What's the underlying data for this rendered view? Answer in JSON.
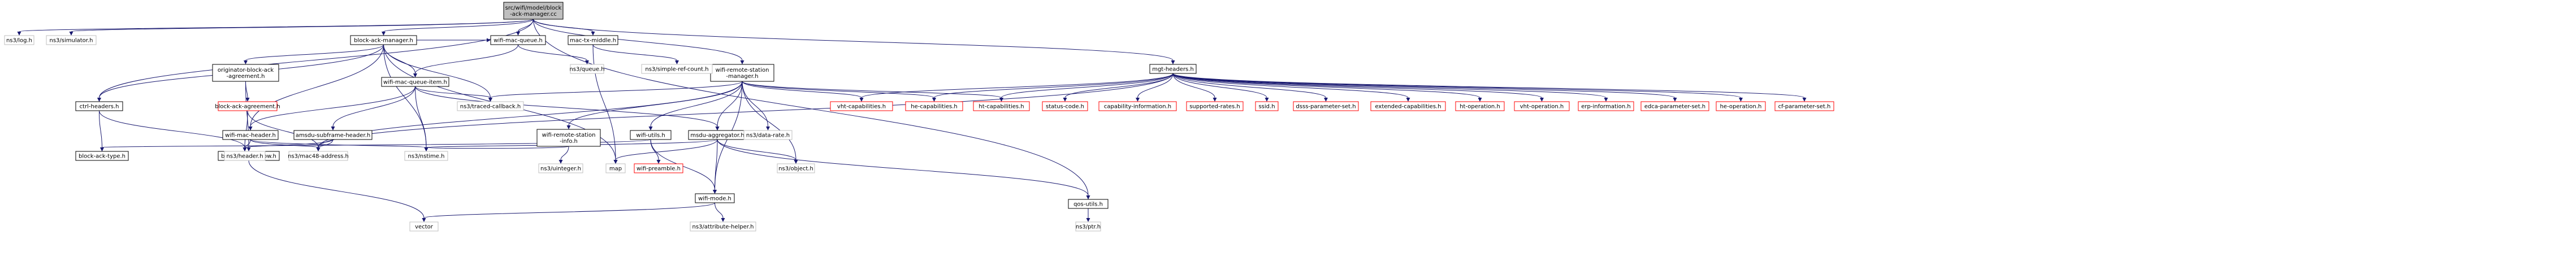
{
  "colors": {
    "edge": "#191970",
    "root_fill": "#bfbfbf",
    "root_stroke": "#000000",
    "normal_fill": "#ffffff",
    "normal_stroke": "#000000",
    "external_stroke": "#bfbfbf",
    "missing_stroke": "#ff0000",
    "text": "#000000"
  },
  "graph": {
    "nodes": [
      {
        "id": "root",
        "label": [
          "src/wifi/model/block",
          "-ack-manager.cc"
        ],
        "kind": "root"
      },
      {
        "id": "log",
        "label": [
          "ns3/log.h"
        ],
        "kind": "external"
      },
      {
        "id": "simulator",
        "label": [
          "ns3/simulator.h"
        ],
        "kind": "external"
      },
      {
        "id": "bam",
        "label": [
          "block-ack-manager.h"
        ],
        "kind": "normal"
      },
      {
        "id": "wmq",
        "label": [
          "wifi-mac-queue.h"
        ],
        "kind": "normal"
      },
      {
        "id": "mtm",
        "label": [
          "mac-tx-middle.h"
        ],
        "kind": "normal"
      },
      {
        "id": "wrsm",
        "label": [
          "wifi-remote-station",
          "-manager.h"
        ],
        "kind": "normal"
      },
      {
        "id": "mgt",
        "label": [
          "mgt-headers.h"
        ],
        "kind": "normal"
      },
      {
        "id": "qos",
        "label": [
          "qos-utils.h"
        ],
        "kind": "normal"
      },
      {
        "id": "oba",
        "label": [
          "originator-block-ack",
          "-agreement.h"
        ],
        "kind": "normal"
      },
      {
        "id": "ctrl",
        "label": [
          "ctrl-headers.h"
        ],
        "kind": "normal"
      },
      {
        "id": "baa",
        "label": [
          "block-ack-agreement.h"
        ],
        "kind": "missing"
      },
      {
        "id": "bat",
        "label": [
          "block-ack-type.h"
        ],
        "kind": "normal"
      },
      {
        "id": "baw",
        "label": [
          "block-ack-window.h"
        ],
        "kind": "normal"
      },
      {
        "id": "wmh",
        "label": [
          "wifi-mac-header.h"
        ],
        "kind": "normal"
      },
      {
        "id": "wmqi",
        "label": [
          "wifi-mac-queue-item.h"
        ],
        "kind": "normal"
      },
      {
        "id": "amsdu",
        "label": [
          "amsdu-subframe-header.h"
        ],
        "kind": "normal"
      },
      {
        "id": "hdr",
        "label": [
          "ns3/header.h"
        ],
        "kind": "external"
      },
      {
        "id": "mac48",
        "label": [
          "ns3/mac48-address.h"
        ],
        "kind": "external"
      },
      {
        "id": "vector",
        "label": [
          "vector"
        ],
        "kind": "external"
      },
      {
        "id": "queue",
        "label": [
          "ns3/queue.h"
        ],
        "kind": "external"
      },
      {
        "id": "simpleref",
        "label": [
          "ns3/simple-ref-count.h"
        ],
        "kind": "external"
      },
      {
        "id": "nstime",
        "label": [
          "ns3/nstime.h"
        ],
        "kind": "external"
      },
      {
        "id": "traced",
        "label": [
          "ns3/traced-callback.h"
        ],
        "kind": "external"
      },
      {
        "id": "map",
        "label": [
          "map"
        ],
        "kind": "external"
      },
      {
        "id": "wrsi",
        "label": [
          "wifi-remote-station",
          "-info.h"
        ],
        "kind": "normal"
      },
      {
        "id": "uinteger",
        "label": [
          "ns3/uinteger.h"
        ],
        "kind": "external"
      },
      {
        "id": "wutils",
        "label": [
          "wifi-utils.h"
        ],
        "kind": "normal"
      },
      {
        "id": "wpre",
        "label": [
          "wifi-preamble.h"
        ],
        "kind": "missing"
      },
      {
        "id": "wmode",
        "label": [
          "wifi-mode.h"
        ],
        "kind": "normal"
      },
      {
        "id": "msdu",
        "label": [
          "msdu-aggregator.h"
        ],
        "kind": "normal"
      },
      {
        "id": "datarate",
        "label": [
          "ns3/data-rate.h"
        ],
        "kind": "external"
      },
      {
        "id": "object",
        "label": [
          "ns3/object.h"
        ],
        "kind": "external"
      },
      {
        "id": "attrhelper",
        "label": [
          "ns3/attribute-helper.h"
        ],
        "kind": "external"
      },
      {
        "id": "vhtcap",
        "label": [
          "vht-capabilities.h"
        ],
        "kind": "missing"
      },
      {
        "id": "hecap",
        "label": [
          "he-capabilities.h"
        ],
        "kind": "missing"
      },
      {
        "id": "htcap",
        "label": [
          "ht-capabilities.h"
        ],
        "kind": "missing"
      },
      {
        "id": "status",
        "label": [
          "status-code.h"
        ],
        "kind": "missing"
      },
      {
        "id": "capinfo",
        "label": [
          "capability-information.h"
        ],
        "kind": "missing"
      },
      {
        "id": "suprates",
        "label": [
          "supported-rates.h"
        ],
        "kind": "missing"
      },
      {
        "id": "ssid",
        "label": [
          "ssid.h"
        ],
        "kind": "missing"
      },
      {
        "id": "dsss",
        "label": [
          "dsss-parameter-set.h"
        ],
        "kind": "missing"
      },
      {
        "id": "extcap",
        "label": [
          "extended-capabilities.h"
        ],
        "kind": "missing"
      },
      {
        "id": "htop",
        "label": [
          "ht-operation.h"
        ],
        "kind": "missing"
      },
      {
        "id": "vhtop",
        "label": [
          "vht-operation.h"
        ],
        "kind": "missing"
      },
      {
        "id": "erp",
        "label": [
          "erp-information.h"
        ],
        "kind": "missing"
      },
      {
        "id": "edca",
        "label": [
          "edca-parameter-set.h"
        ],
        "kind": "missing"
      },
      {
        "id": "heop",
        "label": [
          "he-operation.h"
        ],
        "kind": "missing"
      },
      {
        "id": "cfp",
        "label": [
          "cf-parameter-set.h"
        ],
        "kind": "missing"
      },
      {
        "id": "ptr",
        "label": [
          "ns3/ptr.h"
        ],
        "kind": "external"
      }
    ],
    "edges": [
      [
        "root",
        "log"
      ],
      [
        "root",
        "simulator"
      ],
      [
        "root",
        "bam"
      ],
      [
        "root",
        "wmq"
      ],
      [
        "root",
        "mtm"
      ],
      [
        "root",
        "wrsm"
      ],
      [
        "root",
        "mgt"
      ],
      [
        "root",
        "qos"
      ],
      [
        "root",
        "ctrl"
      ],
      [
        "bam",
        "oba"
      ],
      [
        "bam",
        "ctrl"
      ],
      [
        "bam",
        "wmh"
      ],
      [
        "bam",
        "wmqi"
      ],
      [
        "bam",
        "traced"
      ],
      [
        "bam",
        "nstime"
      ],
      [
        "bam",
        "map"
      ],
      [
        "bam",
        "wmq"
      ],
      [
        "oba",
        "baa"
      ],
      [
        "oba",
        "baw"
      ],
      [
        "baa",
        "hdr"
      ],
      [
        "baa",
        "mac48"
      ],
      [
        "baw",
        "vector"
      ],
      [
        "ctrl",
        "hdr"
      ],
      [
        "ctrl",
        "bat"
      ],
      [
        "wmh",
        "hdr"
      ],
      [
        "wmh",
        "mac48"
      ],
      [
        "wmh",
        "nstime"
      ],
      [
        "wmq",
        "wmqi"
      ],
      [
        "wmq",
        "queue"
      ],
      [
        "wmqi",
        "wmh"
      ],
      [
        "wmqi",
        "amsdu"
      ],
      [
        "wmqi",
        "nstime"
      ],
      [
        "wmqi",
        "msdu"
      ],
      [
        "wmqi",
        "traced"
      ],
      [
        "amsdu",
        "hdr"
      ],
      [
        "amsdu",
        "mac48"
      ],
      [
        "mtm",
        "map"
      ],
      [
        "mtm",
        "simpleref"
      ],
      [
        "wrsm",
        "traced"
      ],
      [
        "wrsm",
        "wrsi"
      ],
      [
        "wrsm",
        "wutils"
      ],
      [
        "wrsm",
        "msdu"
      ],
      [
        "wrsm",
        "datarate"
      ],
      [
        "wrsm",
        "object"
      ],
      [
        "wrsm",
        "wmode"
      ],
      [
        "wrsm",
        "mac48"
      ],
      [
        "wrsm",
        "htcap"
      ],
      [
        "wrsm",
        "vhtcap"
      ],
      [
        "wrsm",
        "hecap"
      ],
      [
        "wrsi",
        "nstime"
      ],
      [
        "wrsi",
        "uinteger"
      ],
      [
        "wutils",
        "bat"
      ],
      [
        "wutils",
        "wpre"
      ],
      [
        "wutils",
        "wmode"
      ],
      [
        "msdu",
        "map"
      ],
      [
        "msdu",
        "nstime"
      ],
      [
        "msdu",
        "wmode"
      ],
      [
        "msdu",
        "object"
      ],
      [
        "msdu",
        "qos"
      ],
      [
        "wmode",
        "vector"
      ],
      [
        "wmode",
        "attrhelper"
      ],
      [
        "qos",
        "ptr"
      ],
      [
        "mgt",
        "mac48"
      ],
      [
        "mgt",
        "status"
      ],
      [
        "mgt",
        "capinfo"
      ],
      [
        "mgt",
        "suprates"
      ],
      [
        "mgt",
        "ssid"
      ],
      [
        "mgt",
        "dsss"
      ],
      [
        "mgt",
        "extcap"
      ],
      [
        "mgt",
        "htcap"
      ],
      [
        "mgt",
        "htop"
      ],
      [
        "mgt",
        "vhtcap"
      ],
      [
        "mgt",
        "vhtop"
      ],
      [
        "mgt",
        "erp"
      ],
      [
        "mgt",
        "edca"
      ],
      [
        "mgt",
        "hecap"
      ],
      [
        "mgt",
        "heop"
      ],
      [
        "mgt",
        "cfp"
      ]
    ]
  }
}
